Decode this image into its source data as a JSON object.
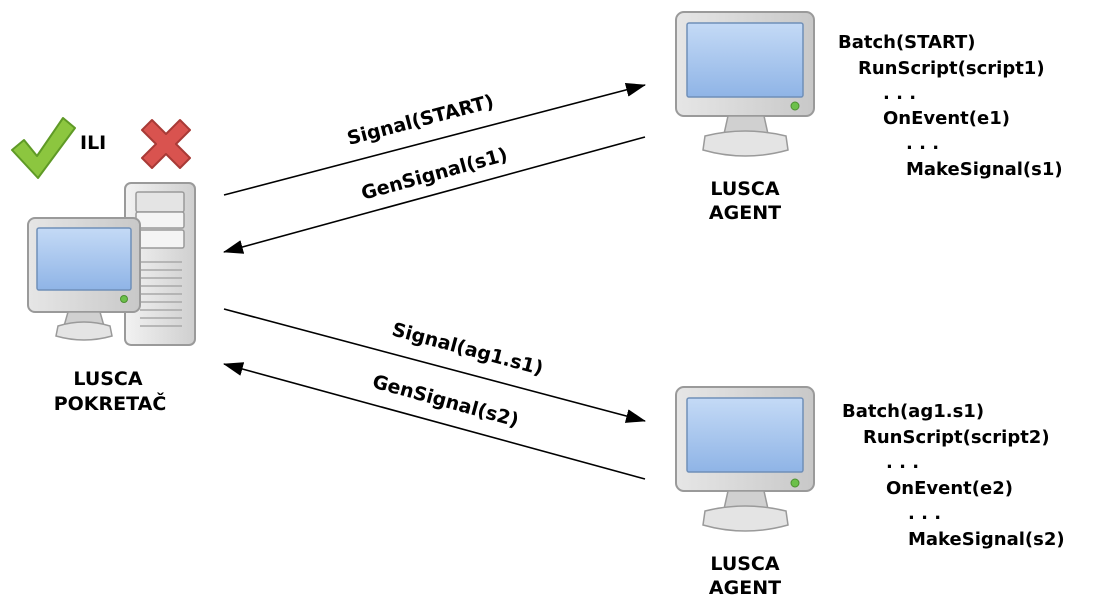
{
  "launcher": {
    "name_line1": "LUSCA",
    "name_line2": "POKRETAČ",
    "status_separator": "ILI",
    "status_success_icon": "check-icon",
    "status_fail_icon": "cross-icon"
  },
  "agent1": {
    "name_line1": "LUSCA",
    "name_line2": "AGENT",
    "script_lines": [
      "Batch(START)",
      "RunScript(script1)",
      ". . .",
      "OnEvent(e1)",
      ". . .",
      "MakeSignal(s1)"
    ]
  },
  "agent2": {
    "name_line1": "LUSCA",
    "name_line2": "AGENT",
    "script_lines": [
      "Batch(ag1.s1)",
      "RunScript(script2)",
      ". . .",
      "OnEvent(e2)",
      ". . .",
      "MakeSignal(s2)"
    ]
  },
  "arrows": {
    "to_agent1": "Signal(START)",
    "from_agent1": "GenSignal(s1)",
    "to_agent2": "Signal(ag1.s1)",
    "from_agent2": "GenSignal(s2)"
  },
  "colors": {
    "check_green": "#8cc63f",
    "cross_red": "#d9534f",
    "screen_blue": "#a9c8f0",
    "case_gray": "#d6d6d6",
    "led_green": "#6cc04a"
  }
}
